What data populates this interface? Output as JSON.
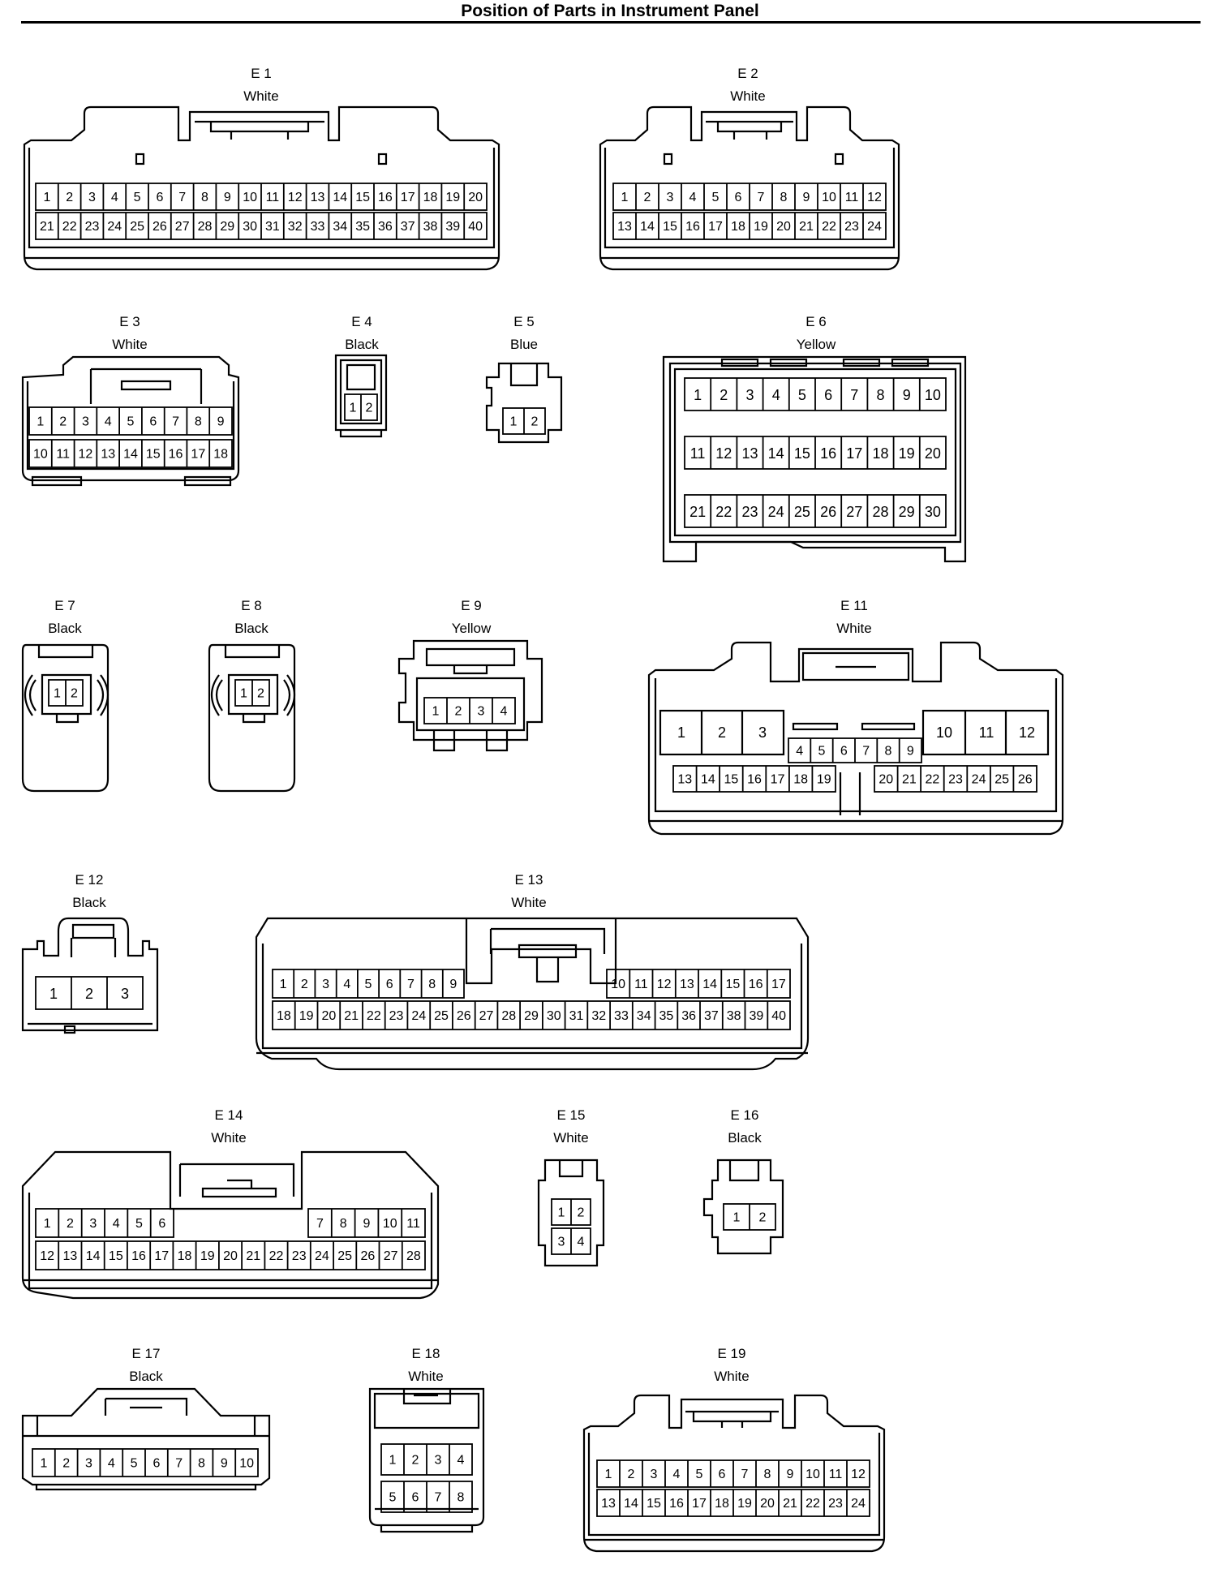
{
  "page": {
    "title": "Position of Parts in Instrument Panel"
  },
  "connectors": [
    {
      "id": "E 1",
      "color": "White"
    },
    {
      "id": "E 2",
      "color": "White"
    },
    {
      "id": "E 3",
      "color": "White"
    },
    {
      "id": "E 4",
      "color": "Black"
    },
    {
      "id": "E 5",
      "color": "Blue"
    },
    {
      "id": "E 6",
      "color": "Yellow"
    },
    {
      "id": "E 7",
      "color": "Black"
    },
    {
      "id": "E 8",
      "color": "Black"
    },
    {
      "id": "E 9",
      "color": "Yellow"
    },
    {
      "id": "E 11",
      "color": "White"
    },
    {
      "id": "E 12",
      "color": "Black"
    },
    {
      "id": "E 13",
      "color": "White"
    },
    {
      "id": "E 14",
      "color": "White"
    },
    {
      "id": "E 15",
      "color": "White"
    },
    {
      "id": "E 16",
      "color": "Black"
    },
    {
      "id": "E 17",
      "color": "Black"
    },
    {
      "id": "E 18",
      "color": "White"
    },
    {
      "id": "E 19",
      "color": "White"
    }
  ]
}
